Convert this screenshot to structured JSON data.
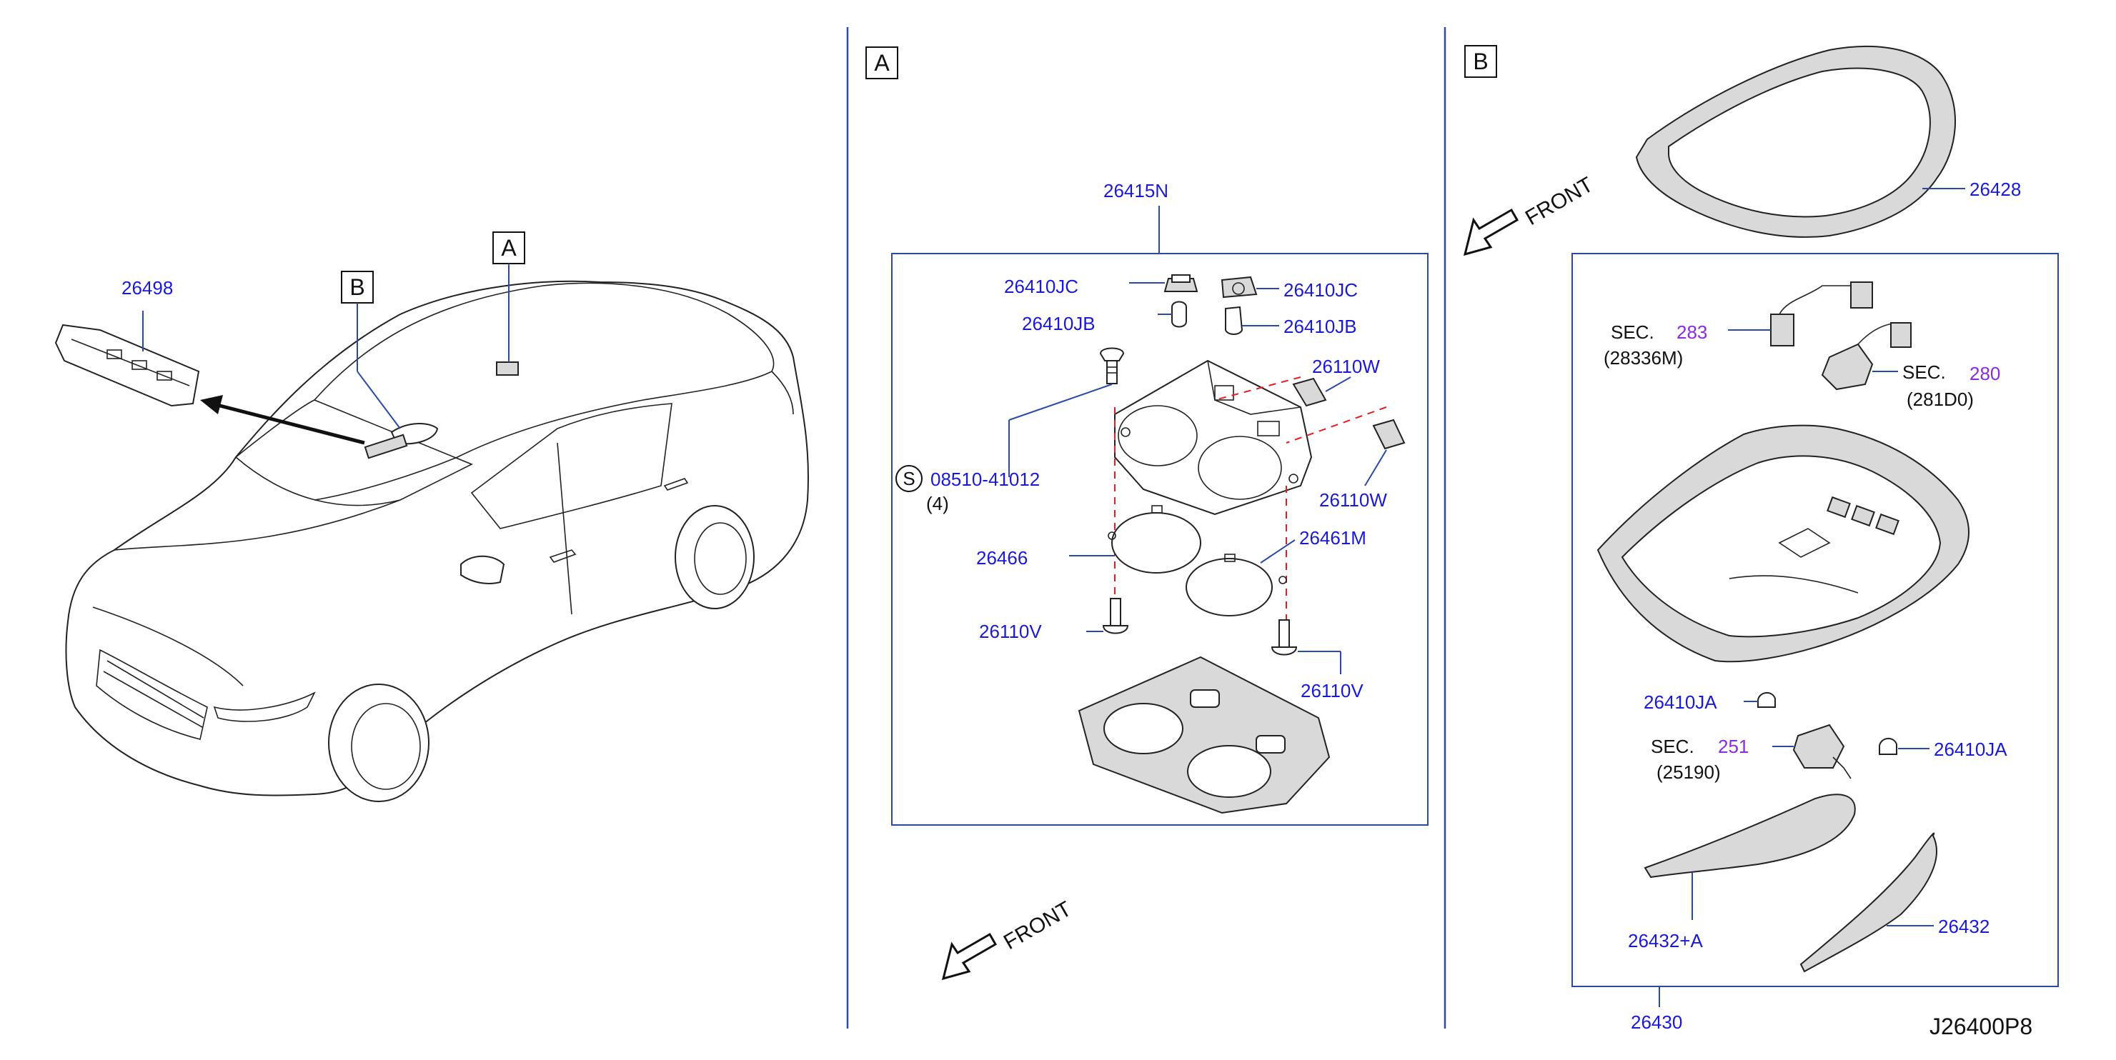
{
  "diagram_code": "J26400P8",
  "front_label": "FRONT",
  "view_labels": {
    "a": "A",
    "b": "B"
  },
  "overview": {
    "callout_a": "A",
    "callout_b": "B",
    "part_26498": "26498"
  },
  "section_a": {
    "box_label": "A",
    "assembly": "26415N",
    "p_26410jc_left": "26410JC",
    "p_26410jc_right": "26410JC",
    "p_26410jb_left": "26410JB",
    "p_26410jb_right": "26410JB",
    "p_26110w_top": "26110W",
    "p_26110w_bottom": "26110W",
    "screw_symbol": "S",
    "screw_part": "08510-41012",
    "screw_qty": "(4)",
    "p_26466": "26466",
    "p_26461m": "26461M",
    "p_26110v_left": "26110V",
    "p_26110v_right": "26110V"
  },
  "section_b": {
    "box_label": "B",
    "p_26428": "26428",
    "sec_prefix": "SEC.",
    "sec_283": "283",
    "sec_283_ref": "(28336M)",
    "sec_280": "280",
    "sec_280_ref": "(281D0)",
    "p_26410ja_left": "26410JA",
    "p_26410ja_right": "26410JA",
    "sec_251": "251",
    "sec_251_ref": "(25190)",
    "p_26432a": "26432+A",
    "p_26432": "26432",
    "assembly": "26430"
  }
}
